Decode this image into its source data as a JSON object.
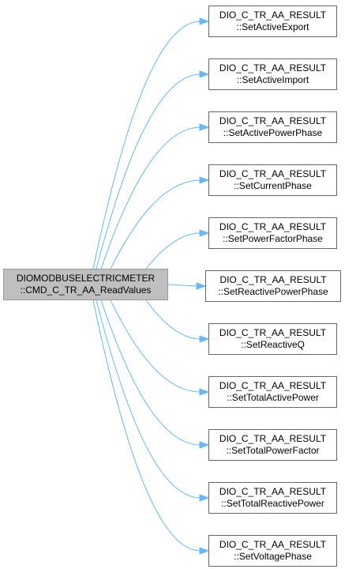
{
  "root": {
    "line1": "DIOMODBUSELECTRICMETER",
    "line2": "::CMD_C_TR_AA_ReadValues"
  },
  "targets": [
    {
      "line1": "DIO_C_TR_AA_RESULT",
      "line2": "::SetActiveExport"
    },
    {
      "line1": "DIO_C_TR_AA_RESULT",
      "line2": "::SetActiveImport"
    },
    {
      "line1": "DIO_C_TR_AA_RESULT",
      "line2": "::SetActivePowerPhase"
    },
    {
      "line1": "DIO_C_TR_AA_RESULT",
      "line2": "::SetCurrentPhase"
    },
    {
      "line1": "DIO_C_TR_AA_RESULT",
      "line2": "::SetPowerFactorPhase"
    },
    {
      "line1": "DIO_C_TR_AA_RESULT",
      "line2": "::SetReactivePowerPhase"
    },
    {
      "line1": "DIO_C_TR_AA_RESULT",
      "line2": "::SetReactiveQ"
    },
    {
      "line1": "DIO_C_TR_AA_RESULT",
      "line2": "::SetTotalActivePower"
    },
    {
      "line1": "DIO_C_TR_AA_RESULT",
      "line2": "::SetTotalPowerFactor"
    },
    {
      "line1": "DIO_C_TR_AA_RESULT",
      "line2": "::SetTotalReactivePower"
    },
    {
      "line1": "DIO_C_TR_AA_RESULT",
      "line2": "::SetVoltagePhase"
    }
  ],
  "colors": {
    "edge": "#63b8ff",
    "root_fill": "#bfbfbf",
    "node_border": "#666666"
  }
}
